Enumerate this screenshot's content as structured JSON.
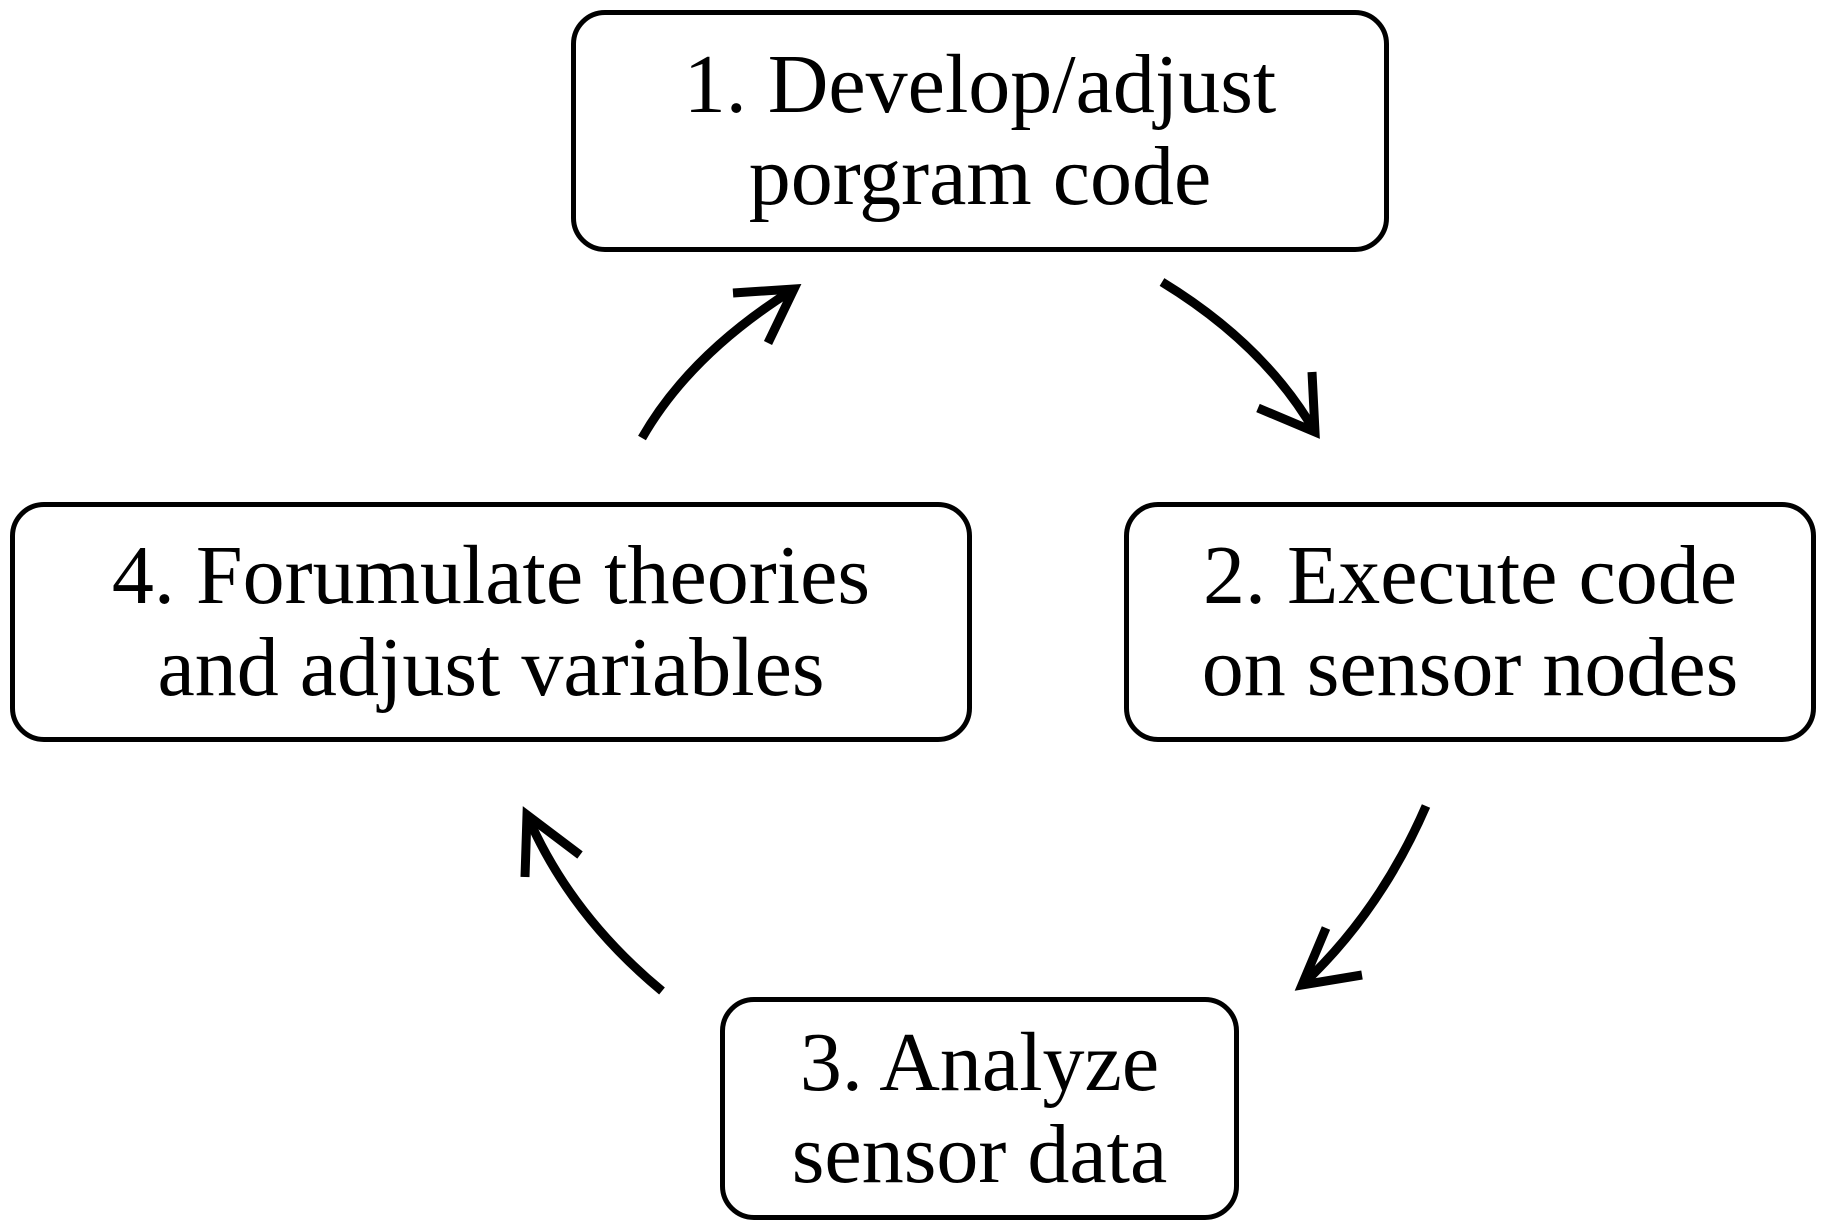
{
  "steps": [
    {
      "id": 1,
      "line1": "1. Develop/adjust",
      "line2": "porgram code"
    },
    {
      "id": 2,
      "line1": "2. Execute code",
      "line2": "on sensor nodes"
    },
    {
      "id": 3,
      "line1": "3. Analyze",
      "line2": "sensor data"
    },
    {
      "id": 4,
      "line1": "4. Forumulate theories",
      "line2": "and adjust variables"
    }
  ],
  "colors": {
    "stroke": "#000000",
    "background": "#ffffff"
  }
}
